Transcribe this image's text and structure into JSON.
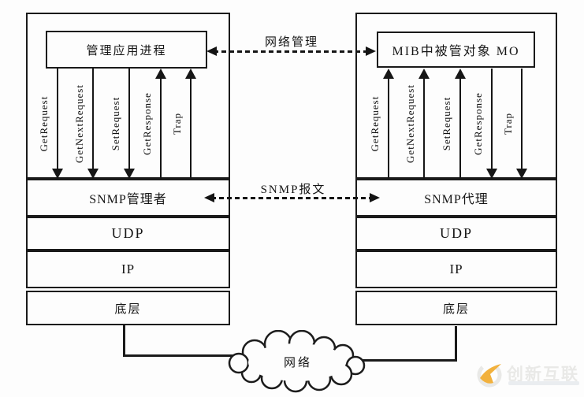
{
  "manager": {
    "app_label": "管理应用进程",
    "layers": [
      "SNMP管理者",
      "UDP",
      "IP",
      "底层"
    ],
    "arrows": [
      {
        "label": "GetRequest",
        "direction": "down"
      },
      {
        "label": "GetNextRequest",
        "direction": "down"
      },
      {
        "label": "SetRequest",
        "direction": "down"
      },
      {
        "label": "GetResponse",
        "direction": "up"
      },
      {
        "label": "Trap",
        "direction": "up"
      }
    ]
  },
  "agent": {
    "app_label": "MIB中被管对象 MO",
    "layers": [
      "SNMP代理",
      "UDP",
      "IP",
      "底层"
    ],
    "arrows": [
      {
        "label": "GetRequest",
        "direction": "up"
      },
      {
        "label": "GetNextRequest",
        "direction": "up"
      },
      {
        "label": "SetRequest",
        "direction": "up"
      },
      {
        "label": "GetResponse",
        "direction": "down"
      },
      {
        "label": "Trap",
        "direction": "down"
      }
    ]
  },
  "links": {
    "top": "网络管理",
    "bottom": "SNMP报文"
  },
  "cloud": {
    "label": "网络"
  },
  "watermark": {
    "brand": "创新互联"
  },
  "colors": {
    "line": "#1a1a1a",
    "background": "#fdfdfd",
    "watermark_gray": "#e9e9e7",
    "watermark_yellow": "#f2b13d"
  }
}
